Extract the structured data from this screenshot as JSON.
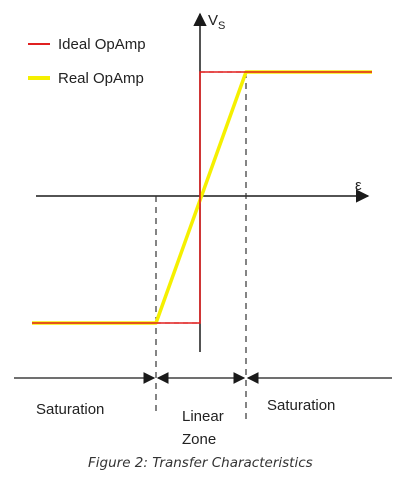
{
  "legend": {
    "ideal_label": "Ideal OpAmp",
    "real_label": "Real OpAmp"
  },
  "axes": {
    "y_label": "V",
    "y_label_sub": "S",
    "x_label": "ε"
  },
  "zones": {
    "left_label": "Saturation",
    "middle_label_line1": "Linear",
    "middle_label_line2": "Zone",
    "right_label": "Saturation"
  },
  "caption": "Figure 2: Transfer Characteristics",
  "colors": {
    "ideal": "#e02020",
    "real": "#f5f000",
    "axis": "#1a1a1a",
    "dashed": "#333333"
  }
}
